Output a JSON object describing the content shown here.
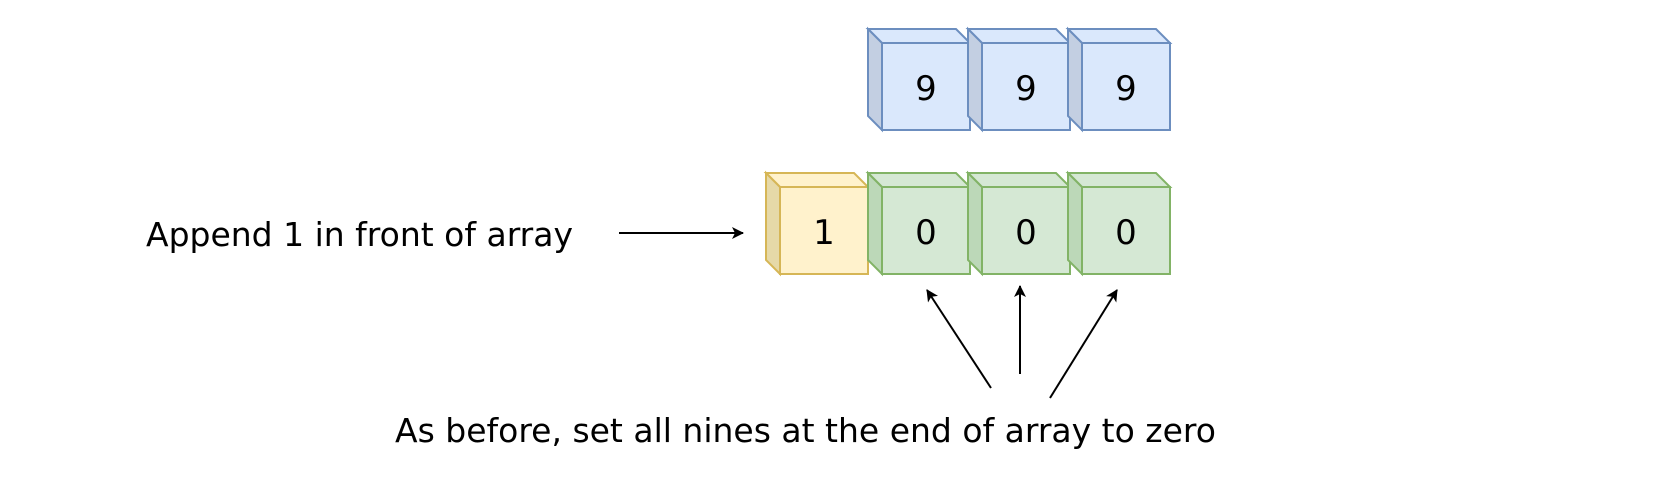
{
  "top_row": {
    "cells": [
      "9",
      "9",
      "9"
    ],
    "fill": "#dae8fc",
    "side_fill": "#c3cfe2",
    "stroke": "#6c8ebf"
  },
  "bottom_row": {
    "prepend_cell": {
      "value": "1",
      "fill": "#fff2cc",
      "side_fill": "#e6d9a8",
      "stroke": "#d6b656"
    },
    "cells": [
      "0",
      "0",
      "0"
    ],
    "fill": "#d5e8d4",
    "side_fill": "#bcd8b8",
    "stroke": "#82b366"
  },
  "labels": {
    "append": "Append 1 in front of array",
    "set_zero": "As before, set all nines at the end of array to zero"
  },
  "arrow_color": "#000000"
}
